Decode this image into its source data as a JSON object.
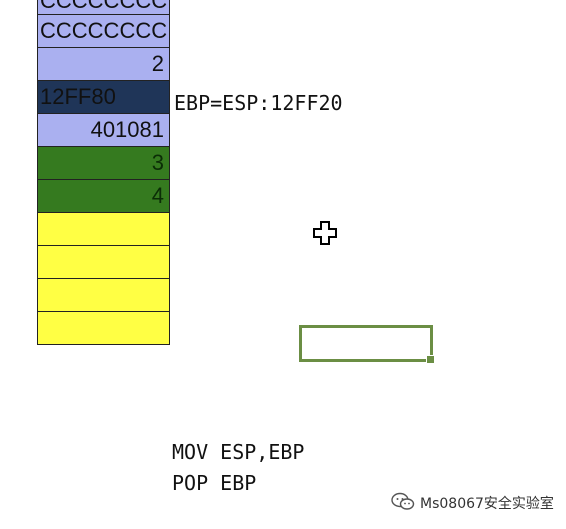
{
  "stack": {
    "cells": [
      {
        "text": "CCCCCCCC",
        "color": "#aab0f0"
      },
      {
        "text": "CCCCCCCC",
        "color": "#aab0f0"
      },
      {
        "text": "2",
        "color": "#aab0f0"
      },
      {
        "text": "12FF80",
        "color": "#1f3558"
      },
      {
        "text": "401081",
        "color": "#aab0f0"
      },
      {
        "text": "3",
        "color": "#357a1f"
      },
      {
        "text": "4",
        "color": "#357a1f"
      },
      {
        "text": "",
        "color": "#ffff44"
      },
      {
        "text": "",
        "color": "#ffff44"
      },
      {
        "text": "",
        "color": "#ffff44"
      },
      {
        "text": "",
        "color": "#ffff44"
      }
    ]
  },
  "ebp_label": "EBP=ESP:12FF20",
  "code": {
    "lines": [
      "MOV ESP,EBP",
      "POP EBP"
    ]
  },
  "watermark": {
    "text": "Ms08067安全实验室",
    "icon": "wechat-icon"
  },
  "cursor": {
    "icon": "move-cursor-icon"
  },
  "colors": {
    "selection_border": "#6b8e44"
  }
}
